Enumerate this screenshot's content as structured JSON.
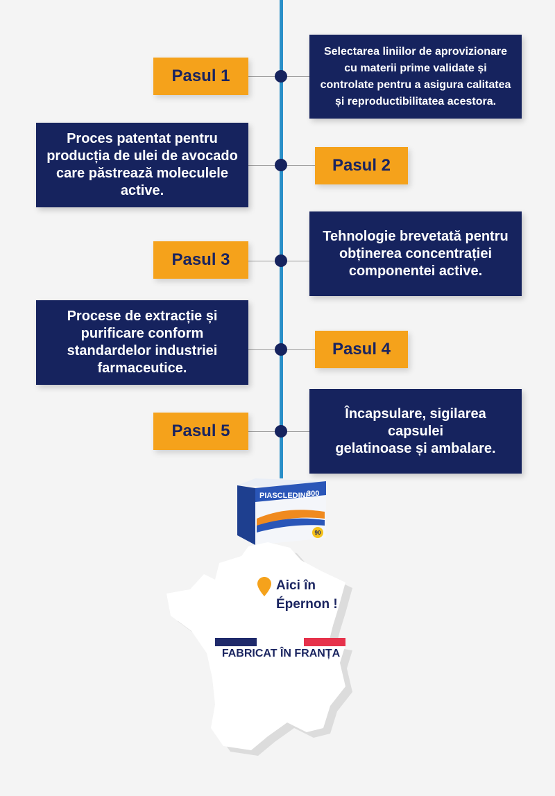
{
  "colors": {
    "timeline": "#2a8fc8",
    "navy": "#16235e",
    "orange": "#f5a21b",
    "flag_blue": "#1f2a6b",
    "flag_white": "#ffffff",
    "flag_red": "#e6324b"
  },
  "steps": [
    {
      "label": "Pasul 1",
      "lines": [
        "Selectarea liniilor de aprovizionare",
        "cu materii prime validate și",
        "controlate pentru a asigura calitatea",
        "și reproductibilitatea acestora."
      ]
    },
    {
      "label": "Pasul 2",
      "lines": [
        "Proces patentat pentru",
        "producția de ulei de avocado",
        "care păstrează moleculele",
        "active."
      ]
    },
    {
      "label": "Pasul 3",
      "lines": [
        "Tehnologie brevetată pentru",
        "obținerea concentrației",
        "componentei active."
      ]
    },
    {
      "label": "Pasul 4",
      "lines": [
        "Procese de extracție și",
        "purificare conform",
        "standardelor industriei",
        "farmaceutice."
      ]
    },
    {
      "label": "Pasul 5",
      "lines": [
        "Încapsulare, sigilarea capsulei",
        "gelatinoase și ambalare."
      ]
    }
  ],
  "product": {
    "brand": "PIASCLEDINE",
    "strength": "300",
    "count": "90",
    "icon": "product-box-icon"
  },
  "location": {
    "icon": "map-pin-icon",
    "line1": "Aici în",
    "line2": "Épernon !"
  },
  "made_in": "FABRICAT ÎN FRANȚA"
}
